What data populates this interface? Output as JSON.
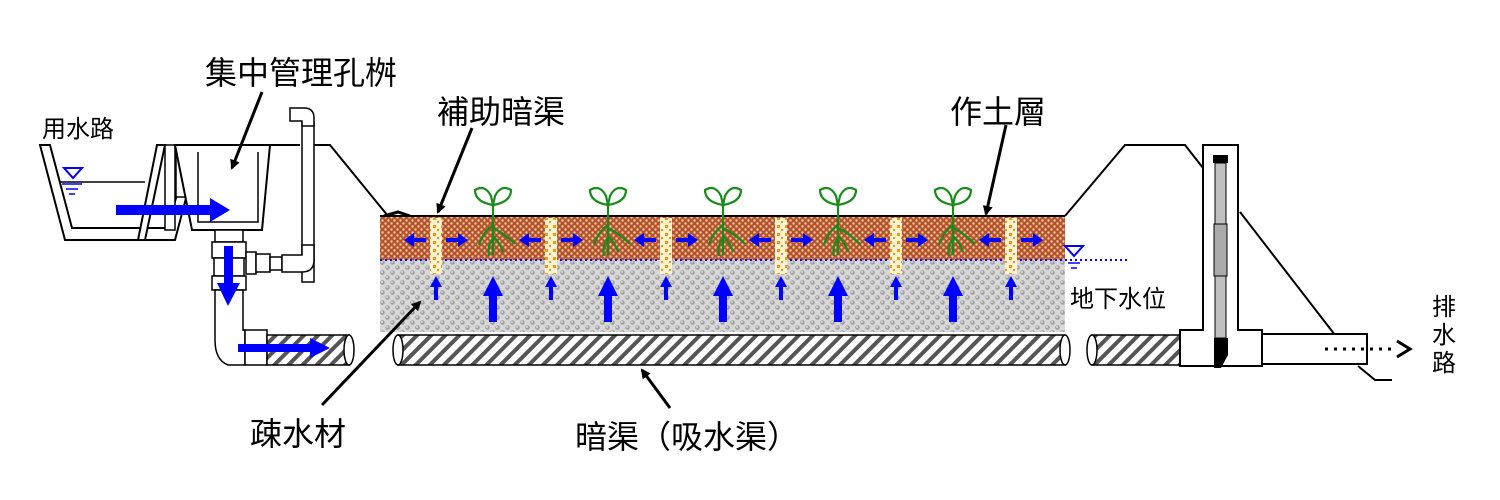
{
  "title": "地下水位制御システム概念図",
  "labels": {
    "irrigation_canal": "用水路",
    "control_box": "集中管理孔桝",
    "aux_drain": "補助暗渠",
    "topsoil": "作土層",
    "groundwater": "地下水位",
    "drain_outlet_chars": [
      "排",
      "水",
      "路"
    ],
    "filter_material": "疎水材",
    "main_drain": "暗渠（吸水渠）"
  },
  "colors": {
    "flow_arrow": "#0000ff",
    "topsoil": "#b5532a",
    "filter_gravel": "#bdbdbd",
    "aux_drain_fill": "#f7941d",
    "plant": "#1a8a1a",
    "water_line": "#0000ff"
  },
  "plants_count": 5,
  "aux_drains_count": 6
}
